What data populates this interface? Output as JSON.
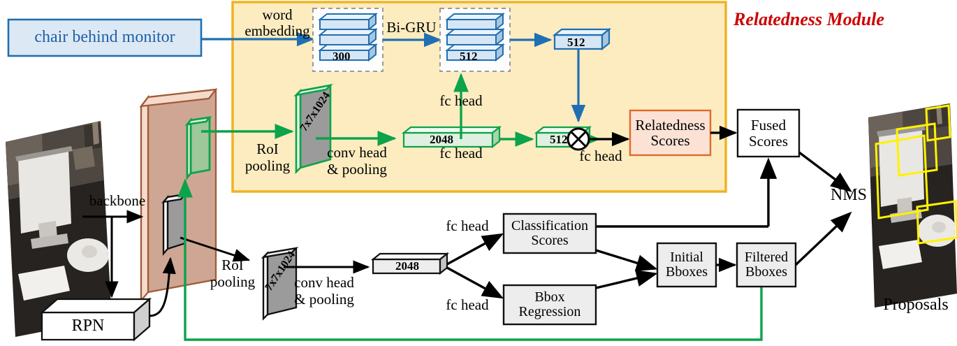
{
  "title_label": "Relatedness Module",
  "query": {
    "text": "chair behind monitor",
    "border_color": "#1f6fb2",
    "fill_color": "#dce9f5",
    "text_color": "#1f5fa8"
  },
  "module": {
    "fill": "#fcecc0",
    "border": "#f0b323",
    "title_color": "#cc0000"
  },
  "labels": {
    "word_embedding_line1": "word",
    "word_embedding_line2": "embedding",
    "bigru": "Bi-GRU",
    "backbone": "backbone",
    "rpn": "RPN",
    "roi_pooling_line1": "RoI",
    "roi_pooling_line2": "pooling",
    "conv_head_line1": "conv head",
    "conv_head_line2": "& pooling",
    "fc_head": "fc head",
    "nms": "NMS",
    "proposals": "Proposals"
  },
  "tensors": {
    "embed_stack": "300",
    "gru_stack": "512",
    "text_vec": "512",
    "roi_map_top": "7x7x1024",
    "fc_2048_top": "2048",
    "fc_512_top": "512",
    "roi_map_bottom": "7x7x1024",
    "fc_2048_bottom": "2048"
  },
  "boxes": {
    "relatedness_scores_l1": "Relatedness",
    "relatedness_scores_l2": "Scores",
    "fused_scores_l1": "Fused",
    "fused_scores_l2": "Scores",
    "classification_scores_l1": "Classification",
    "classification_scores_l2": "Scores",
    "bbox_regression_l1": "Bbox",
    "bbox_regression_l2": "Regression",
    "initial_bboxes_l1": "Initial",
    "initial_bboxes_l2": "Bboxes",
    "filtered_bboxes_l1": "Filtered",
    "filtered_bboxes_l2": "Bboxes"
  },
  "colors": {
    "blue_stroke": "#1f6fb2",
    "blue_fill": "#d6e6f5",
    "green_stroke": "#0ca34a",
    "green_fill": "#dff0e0",
    "green_dark": "#0a9e47",
    "gray_fill": "#ededed",
    "gray_stroke": "#333333",
    "feature_map_fill": "#cfa694",
    "feature_map_edge": "#f3cdbb",
    "feature_map_stroke": "#9e5c39",
    "green_roi_fill": "#9ec79a",
    "relatedness_fill": "#fbe2d5",
    "relatedness_stroke": "#e06a2b",
    "photo_dark": "#2a2623",
    "yellow_bbox": "#fff200"
  }
}
